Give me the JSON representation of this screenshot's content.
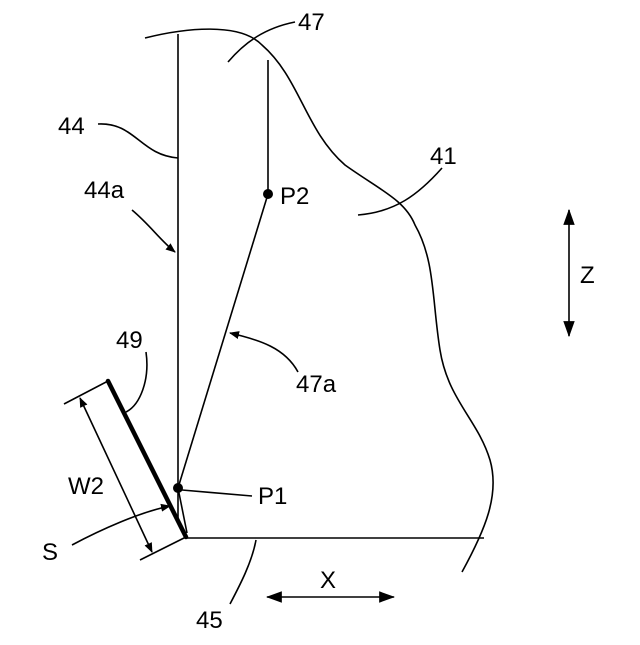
{
  "labels": {
    "l41": "41",
    "l44": "44",
    "l44a": "44a",
    "l45": "45",
    "l47": "47",
    "l47a": "47a",
    "l49": "49",
    "p1": "P1",
    "p2": "P2",
    "w2": "W2",
    "s": "S",
    "x": "X",
    "z": "Z"
  }
}
